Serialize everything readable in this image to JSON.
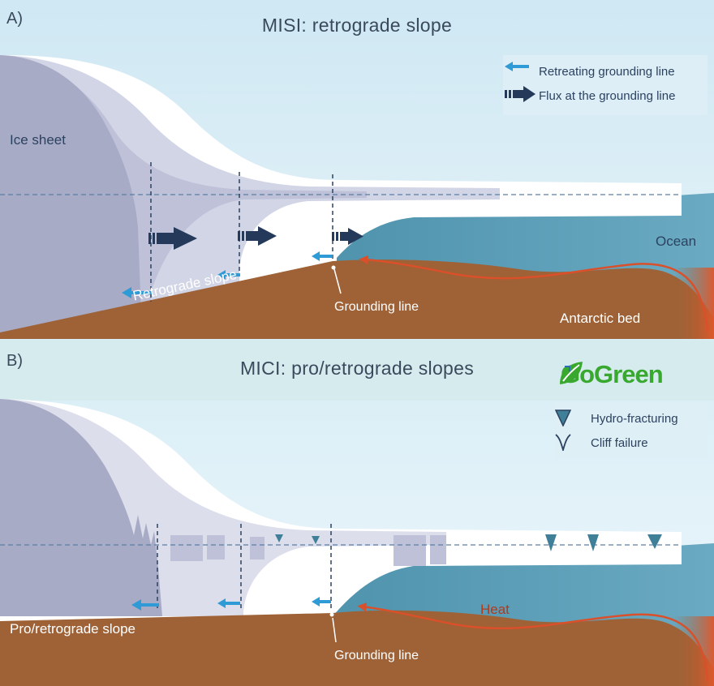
{
  "panel_a": {
    "letter": "A)",
    "title": "MISI: retrograde slope",
    "labels": {
      "ice_sheet": "Ice sheet",
      "ocean": "Ocean",
      "retrograde_slope": "Retrograde slope",
      "grounding_line": "Grounding line",
      "antarctic_bed": "Antarctic bed"
    },
    "legend": [
      {
        "icon": "thin-arrow-left-icon",
        "text": "Retreating grounding line"
      },
      {
        "icon": "flux-arrow-icon",
        "text": "Flux at the grounding line"
      }
    ]
  },
  "panel_b": {
    "letter": "B)",
    "title": "MICI: pro/retrograde slopes",
    "labels": {
      "slope": "Pro/retrograde slope",
      "heat": "Heat",
      "grounding_line": "Grounding line"
    },
    "legend": [
      {
        "icon": "hydro-fracturing-icon",
        "text": "Hydro-fracturing"
      },
      {
        "icon": "cliff-failure-icon",
        "text": "Cliff failure"
      }
    ]
  },
  "logo": {
    "text": "GoGreen"
  },
  "colors": {
    "sky": "#cfe8f3",
    "ice_dark": "#a6a9c4",
    "ice_mid": "#d2d5e6",
    "ice_light": "#ffffff",
    "ocean": "#5b9fb8",
    "bed": "#9e6236",
    "heat": "#d9502a",
    "arrow_blue": "#2f9bd6",
    "arrow_navy": "#25395a",
    "logo_green": "#38a82f"
  }
}
